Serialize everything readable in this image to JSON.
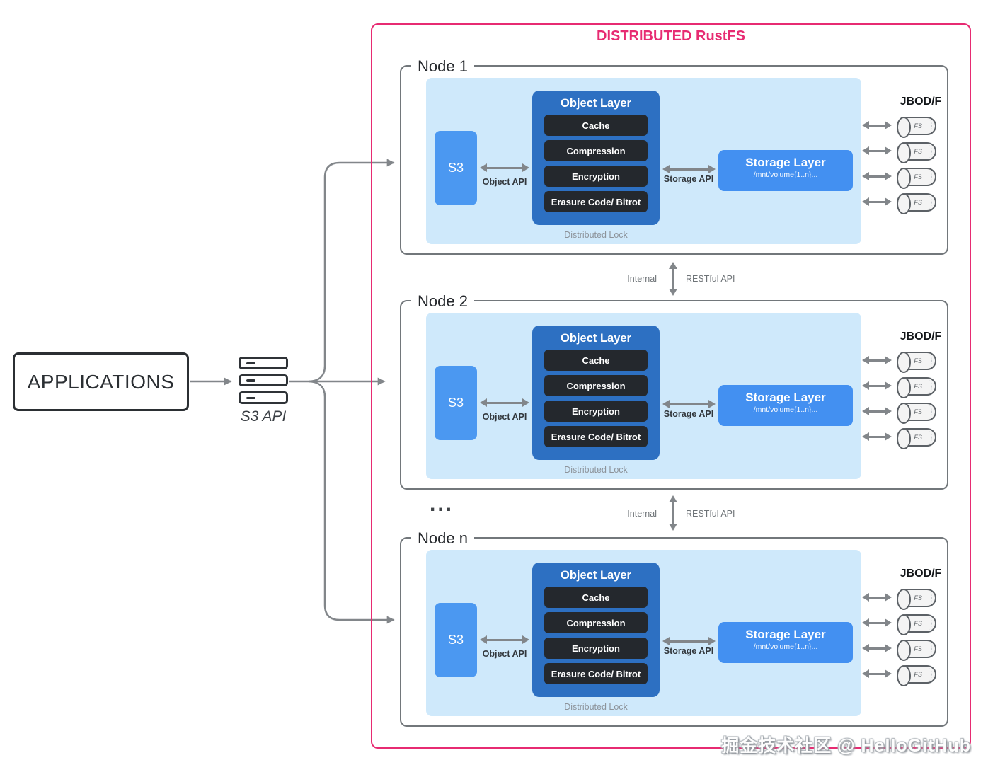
{
  "applications": {
    "label": "APPLICATIONS"
  },
  "gateway": {
    "label": "S3 API"
  },
  "cluster": {
    "title": "DISTRIBUTED RustFS"
  },
  "nodes": [
    {
      "title": "Node 1"
    },
    {
      "title": "Node 2"
    },
    {
      "title": "Node n"
    }
  ],
  "node_common": {
    "s3_label": "S3",
    "object_api_label": "Object API",
    "storage_api_label": "Storage API",
    "object_layer": {
      "title": "Object Layer",
      "items": [
        "Cache",
        "Compression",
        "Encryption",
        "Erasure Code/ Bitrot"
      ]
    },
    "distributed_lock_label": "Distributed Lock",
    "storage_layer": {
      "title": "Storage Layer",
      "subtitle": "/mnt/volume{1..n}..."
    },
    "jbod_label": "JBOD/F",
    "fs_label": "FS",
    "disk_count": 4
  },
  "internode": {
    "internal_label": "Internal",
    "restful_label": "RESTful API"
  },
  "ellipsis": "...",
  "watermark": "掘金技术社区 @ HelloGitHub",
  "colors": {
    "accent_pink": "#e72b72",
    "node_border": "#72777b",
    "panel_blue": "#cfe9fb",
    "s3_blue": "#4b98f1",
    "object_blue": "#2d70c2",
    "storage_blue": "#4390f1",
    "item_dark": "#24282d",
    "arrow_gray": "#82868a",
    "label_gray": "#6e7377",
    "lock_gray": "#8d939a",
    "dark_text": "#2b2f33"
  }
}
